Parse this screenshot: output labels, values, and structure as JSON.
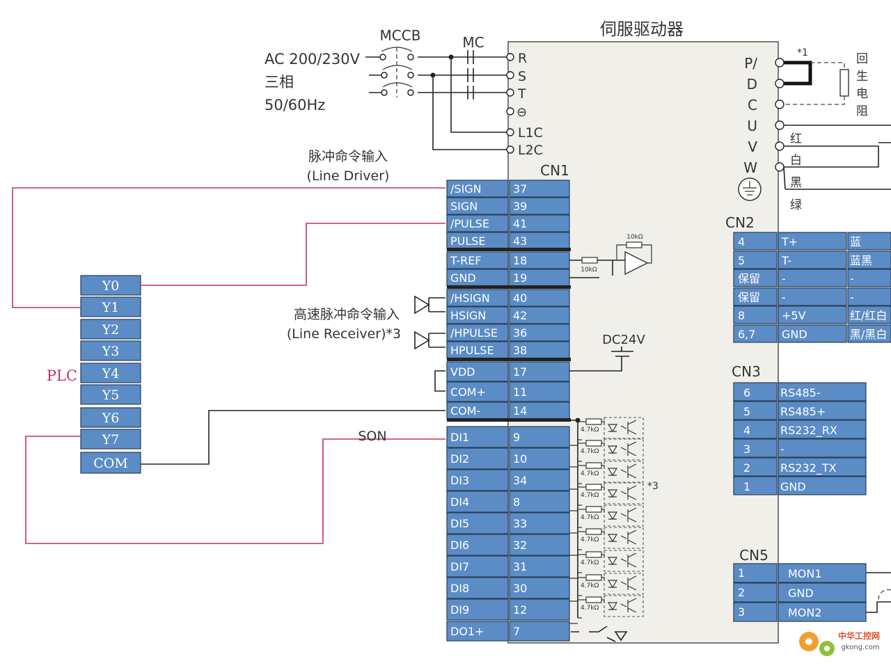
{
  "drive": {
    "title": "伺服驱动器"
  },
  "power": {
    "source": [
      "AC 200/230V",
      "三相",
      "50/60Hz"
    ],
    "mccb": "MCCB",
    "mc": "MC",
    "terminals": [
      "R",
      "S",
      "T",
      "⊖",
      "L1C",
      "L2C"
    ]
  },
  "output_terminals": [
    "P/",
    "D",
    "C",
    "U",
    "V",
    "W"
  ],
  "regen": {
    "note": "*1",
    "label": [
      "回",
      "生",
      "电",
      "阻"
    ]
  },
  "motor_wires": [
    "红",
    "白",
    "黑",
    "绿"
  ],
  "pulse_cmd": {
    "label": "脉冲命令输入",
    "sub": "(Line Driver)"
  },
  "hs_pulse_cmd": {
    "label": "高速脉冲命令输入",
    "sub": "(Line Receiver)*3"
  },
  "cn1": {
    "label": "CN1",
    "rows": [
      {
        "sig": "/SIGN",
        "pin": "37"
      },
      {
        "sig": "SIGN",
        "pin": "39"
      },
      {
        "sig": "/PULSE",
        "pin": "41"
      },
      {
        "sig": "PULSE",
        "pin": "43"
      },
      {
        "sig": "T-REF",
        "pin": "18"
      },
      {
        "sig": "GND",
        "pin": "19"
      },
      {
        "sig": "/HSIGN",
        "pin": "40"
      },
      {
        "sig": "HSIGN",
        "pin": "42"
      },
      {
        "sig": "/HPULSE",
        "pin": "36"
      },
      {
        "sig": "HPULSE",
        "pin": "38"
      },
      {
        "sig": "VDD",
        "pin": "17"
      },
      {
        "sig": "COM+",
        "pin": "11"
      },
      {
        "sig": "COM-",
        "pin": "14"
      },
      {
        "sig": "DI1",
        "pin": "9"
      },
      {
        "sig": "DI2",
        "pin": "10"
      },
      {
        "sig": "DI3",
        "pin": "34"
      },
      {
        "sig": "DI4",
        "pin": "8"
      },
      {
        "sig": "DI5",
        "pin": "33"
      },
      {
        "sig": "DI6",
        "pin": "32"
      },
      {
        "sig": "DI7",
        "pin": "31"
      },
      {
        "sig": "DI8",
        "pin": "30"
      },
      {
        "sig": "DI9",
        "pin": "12"
      },
      {
        "sig": "DO1+",
        "pin": "7"
      }
    ]
  },
  "tref": {
    "r_in": "10kΩ",
    "r_fb": "10kΩ"
  },
  "dc24v": "DC24V",
  "di_resistor": "4.7kΩ",
  "di_note": "*3",
  "son": "SON",
  "plc": {
    "label": "PLC",
    "pins": [
      "Y0",
      "Y1",
      "Y2",
      "Y3",
      "Y4",
      "Y5",
      "Y6",
      "Y7",
      "COM"
    ]
  },
  "cn2": {
    "label": "CN2",
    "rows": [
      {
        "pin": "4",
        "sig": "T+",
        "color": "蓝"
      },
      {
        "pin": "5",
        "sig": "T-",
        "color": "蓝黑"
      },
      {
        "pin": "保留",
        "sig": "-",
        "color": "-"
      },
      {
        "pin": "保留",
        "sig": "-",
        "color": "-"
      },
      {
        "pin": "8",
        "sig": "+5V",
        "color": "红/红白"
      },
      {
        "pin": "6,7",
        "sig": "GND",
        "color": "黑/黑白"
      }
    ]
  },
  "cn3": {
    "label": "CN3",
    "rows": [
      {
        "pin": "6",
        "sig": "RS485-"
      },
      {
        "pin": "5",
        "sig": "RS485+"
      },
      {
        "pin": "4",
        "sig": "RS232_RX"
      },
      {
        "pin": "3",
        "sig": "-"
      },
      {
        "pin": "2",
        "sig": "RS232_TX"
      },
      {
        "pin": "1",
        "sig": "GND"
      }
    ]
  },
  "cn5": {
    "label": "CN5",
    "rows": [
      {
        "pin": "1",
        "sig": "MON1"
      },
      {
        "pin": "2",
        "sig": "GND"
      },
      {
        "pin": "3",
        "sig": "MON2"
      }
    ]
  },
  "watermark": {
    "cn": "中华工控网",
    "url": "gkong.com"
  },
  "colors": {
    "cell": "#5b8cc5",
    "wire_plc": "#c2335e",
    "drive_body": "#f0efe9"
  }
}
